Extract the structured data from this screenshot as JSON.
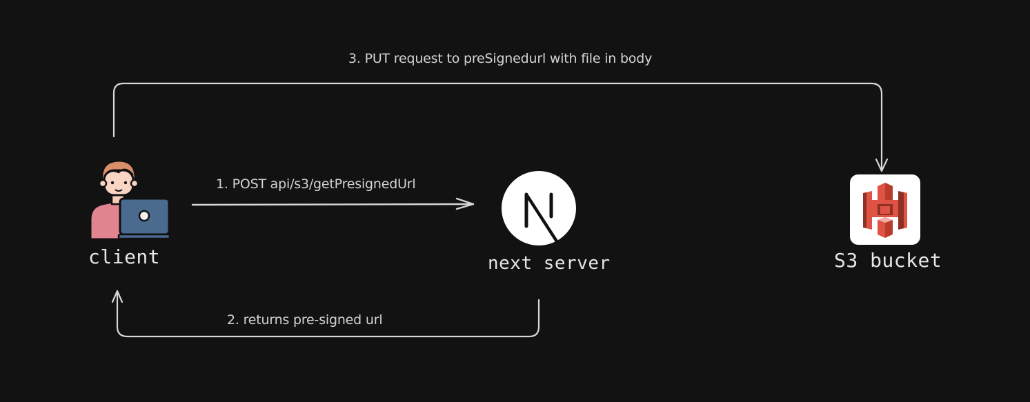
{
  "diagram": {
    "background": "#121212",
    "stroke_color": "#d4d4d4",
    "nodes": {
      "client": {
        "label": "client",
        "icon": "user-with-laptop-icon"
      },
      "next_server": {
        "label": "next server",
        "icon": "nextjs-logo-icon"
      },
      "s3_bucket": {
        "label": "S3 bucket",
        "icon": "aws-s3-icon",
        "accent": "#e05243"
      }
    },
    "edges": [
      {
        "id": "step1",
        "from": "client",
        "to": "next_server",
        "label": "1. POST api/s3/getPresignedUrl"
      },
      {
        "id": "step2",
        "from": "next_server",
        "to": "client",
        "label": "2. returns pre-signed url"
      },
      {
        "id": "step3",
        "from": "client",
        "to": "s3_bucket",
        "label": "3. PUT request to preSignedurl with file in body"
      }
    ]
  }
}
